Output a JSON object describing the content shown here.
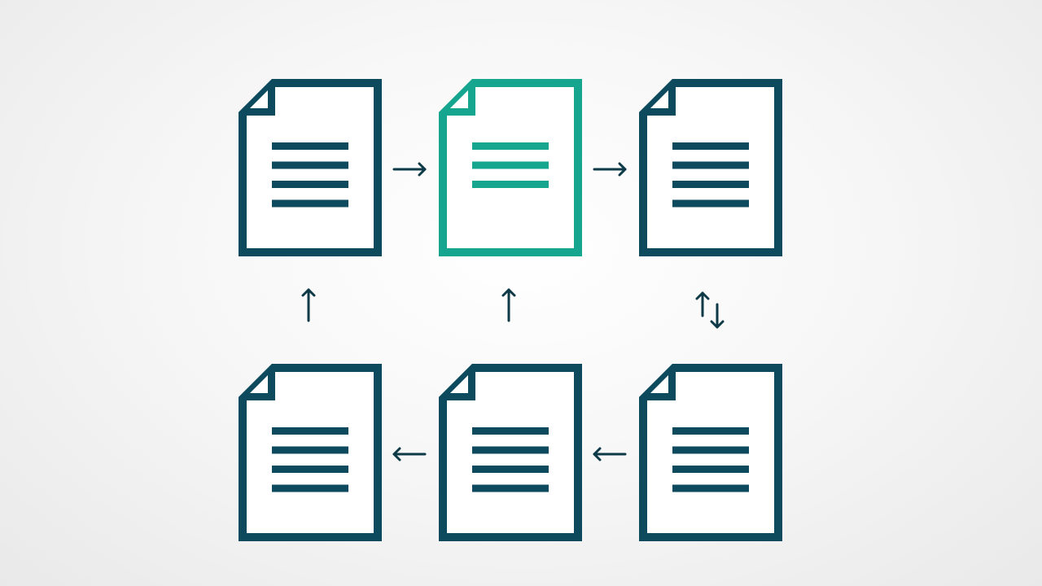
{
  "colors": {
    "background": "#f4f4f4",
    "document_default": "#0d4a5e",
    "document_highlight": "#16a58f",
    "arrow": "#0e3a48",
    "paper": "#ffffff"
  },
  "documents": [
    {
      "id": "doc-top-left",
      "row": "top",
      "column": "left",
      "highlighted": false,
      "text_lines": 4
    },
    {
      "id": "doc-top-center",
      "row": "top",
      "column": "center",
      "highlighted": true,
      "text_lines": 3
    },
    {
      "id": "doc-top-right",
      "row": "top",
      "column": "right",
      "highlighted": false,
      "text_lines": 4
    },
    {
      "id": "doc-bottom-left",
      "row": "bottom",
      "column": "left",
      "highlighted": false,
      "text_lines": 4
    },
    {
      "id": "doc-bottom-center",
      "row": "bottom",
      "column": "center",
      "highlighted": false,
      "text_lines": 4
    },
    {
      "id": "doc-bottom-right",
      "row": "bottom",
      "column": "right",
      "highlighted": false,
      "text_lines": 4
    }
  ],
  "arrows": [
    {
      "id": "arrow-top-left-to-center",
      "from": "doc-top-left",
      "to": "doc-top-center",
      "direction": "right"
    },
    {
      "id": "arrow-top-center-to-right",
      "from": "doc-top-center",
      "to": "doc-top-right",
      "direction": "right"
    },
    {
      "id": "arrow-right-column-bidirectional",
      "from": "doc-top-right",
      "to": "doc-bottom-right",
      "direction": "up-down"
    },
    {
      "id": "arrow-bottom-right-to-center",
      "from": "doc-bottom-right",
      "to": "doc-bottom-center",
      "direction": "left"
    },
    {
      "id": "arrow-bottom-center-to-left",
      "from": "doc-bottom-center",
      "to": "doc-bottom-left",
      "direction": "left"
    },
    {
      "id": "arrow-left-column-up",
      "from": "doc-bottom-left",
      "to": "doc-top-left",
      "direction": "up"
    },
    {
      "id": "arrow-center-column-up",
      "from": "doc-bottom-center",
      "to": "doc-top-center",
      "direction": "up"
    }
  ]
}
